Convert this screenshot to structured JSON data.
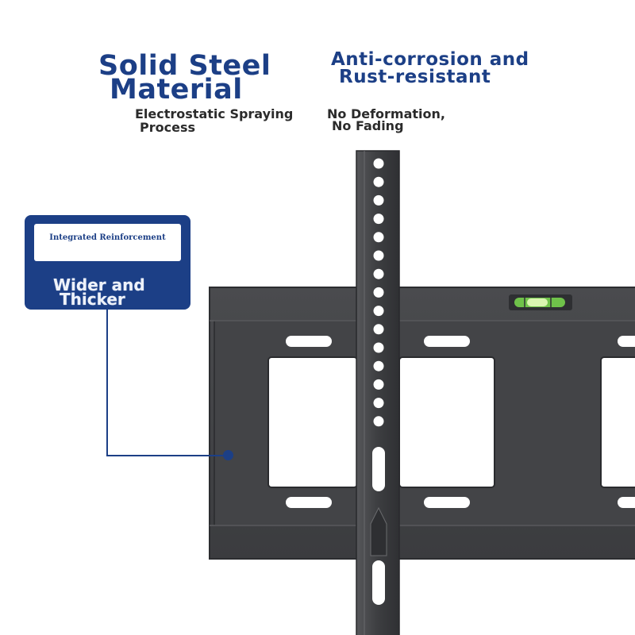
{
  "headlines": {
    "solid_steel": "Solid Steel",
    "material": "Material",
    "anti_corrosion": "Anti-corrosion and",
    "rust_resistant": "Rust-resistant"
  },
  "subtitles": {
    "electrostatic": "Electrostatic Spraying",
    "process": "Process",
    "no_deformation": "No Deformation,",
    "no_fading": "No Fading"
  },
  "callout": {
    "small_label": "Integrated Reinforcement",
    "line1": "Wider and",
    "line2": "Thicker"
  },
  "colors": {
    "brand_blue": "#1c3f86",
    "steel_dark": "#3a3b3e",
    "steel_mid": "#48494c",
    "level_green": "#6fc24a"
  },
  "icons": {
    "level": "bubble-level-icon"
  }
}
